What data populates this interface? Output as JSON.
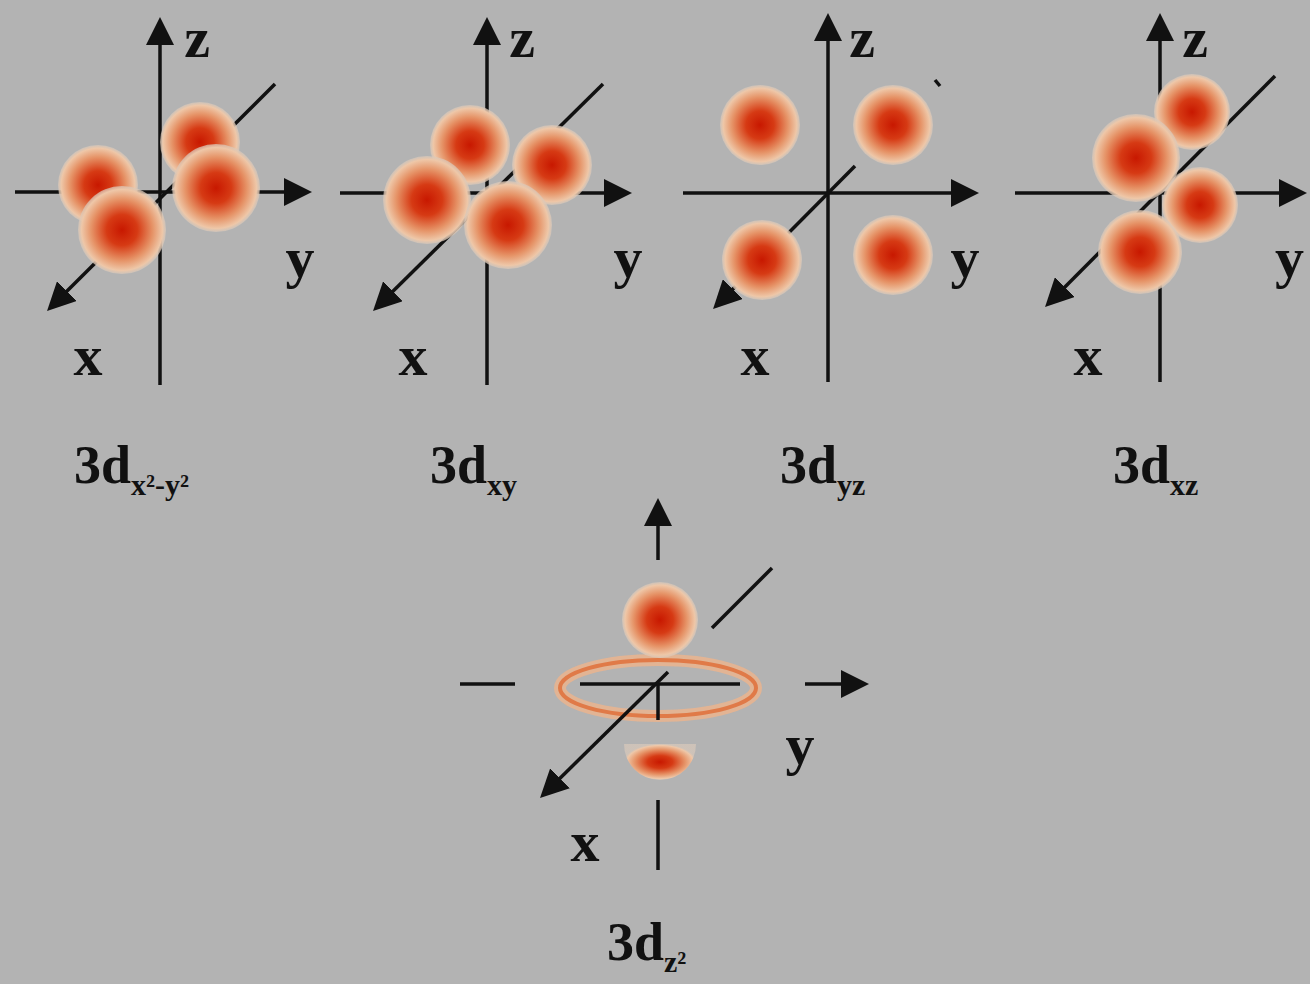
{
  "diagram": {
    "labels": [
      "z",
      "y",
      "x",
      "z",
      "y",
      "x",
      "z",
      "y",
      "x",
      "z",
      "y",
      "x",
      "y",
      "x",
      "3d",
      "x²-y²",
      "3d",
      "xy",
      "3d",
      "yz",
      "3d",
      "xz",
      "3d",
      "z²"
    ]
  }
}
